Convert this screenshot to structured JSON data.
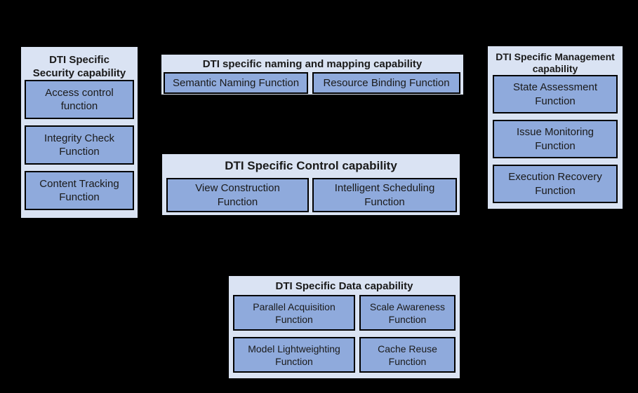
{
  "diagram": {
    "background_color": "#000000",
    "palette": {
      "group_fill": "#dae3f3",
      "function_fill": "#8faadc",
      "border_color": "#000000",
      "text_color": "#1a1a1a"
    }
  },
  "groups": {
    "security": {
      "title": "DTI Specific\nSecurity capability",
      "functions": [
        "Access control\nfunction",
        "Integrity Check\nFunction",
        "Content Tracking\nFunction"
      ]
    },
    "naming": {
      "title": "DTI specific naming and mapping capability",
      "functions": [
        "Semantic Naming Function",
        "Resource Binding Function"
      ]
    },
    "control": {
      "title": "DTI Specific Control capability",
      "functions": [
        "View Construction\nFunction",
        "Intelligent Scheduling\nFunction"
      ]
    },
    "management": {
      "title": "DTI Specific Management\ncapability",
      "functions": [
        "State Assessment\nFunction",
        "Issue Monitoring\nFunction",
        "Execution Recovery\nFunction"
      ]
    },
    "data": {
      "title": "DTI Specific Data capability",
      "functions": [
        "Parallel Acquisition\nFunction",
        "Scale Awareness\nFunction",
        "Model Lightweighting\nFunction",
        "Cache Reuse\nFunction"
      ]
    }
  }
}
